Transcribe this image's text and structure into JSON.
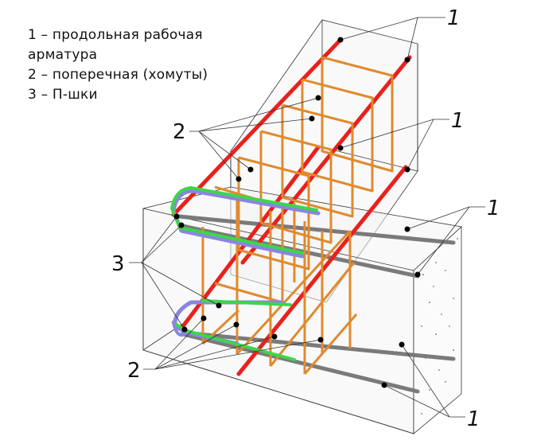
{
  "legend": {
    "items": [
      {
        "line1": "1 – продольная рабочая",
        "line2": "арматура"
      },
      {
        "line1": "2 – поперечная (хомуты)"
      },
      {
        "line1": "3 – П-шки"
      }
    ]
  },
  "callouts": {
    "label_1": "1",
    "label_2": "2",
    "label_3": "3"
  },
  "colors": {
    "longitudinal_top": "#e8211c",
    "stirrups": "#e08a2e",
    "u_bars_green": "#3dd64a",
    "u_bars_violet": "#8a85e0",
    "longitudinal_bottom": "#7a7a7a",
    "concrete_edges": "#333333",
    "concrete_fill": "#f4f4f4"
  }
}
